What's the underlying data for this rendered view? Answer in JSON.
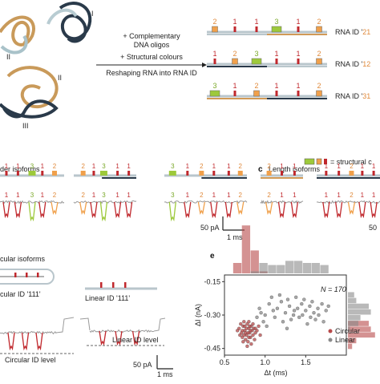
{
  "panel_a": {
    "roman_I": "I",
    "roman_II": "II",
    "roman_III": "III",
    "arrow_line1": "+ Complementary",
    "arrow_line2": "DNA oligos",
    "arrow_line3": "+ Structural colours",
    "arrow_line4": "Reshaping RNA into RNA ID",
    "id_rows": [
      {
        "digits": [
          "2",
          "1",
          "1",
          "3",
          "1",
          "2"
        ],
        "label_prefix": "RNA ID '",
        "label_id": "21",
        "label_suffix": ""
      },
      {
        "digits": [
          "1",
          "2",
          "3",
          "1",
          "1",
          "2"
        ],
        "label_prefix": "RNA ID '",
        "label_id": "12",
        "label_suffix": ""
      },
      {
        "digits": [
          "3",
          "1",
          "2",
          "1",
          "1",
          "2"
        ],
        "label_prefix": "RNA ID '",
        "label_id": "31",
        "label_suffix": ""
      }
    ],
    "legend_text": "= structural c",
    "legend_colors": {
      "green": "#9dc93b",
      "orange": "#f0a04b",
      "red": "#c0282d"
    }
  },
  "panel_b": {
    "title": "der isoforms",
    "scale_current": "50 pA",
    "scale_time": "1 ms"
  },
  "panel_c": {
    "letter": "c",
    "title": "Length isoforms",
    "scale_current": "50"
  },
  "panel_d": {
    "title": "cular isoforms",
    "circular_label": "cular ID '111'",
    "linear_label": "Linear ID '111'",
    "circular_level": "Circular ID level",
    "linear_level": "Linear ID level",
    "scale_current": "50 pA",
    "scale_time": "1 ms"
  },
  "panel_e": {
    "letter": "e",
    "n_label": "N = 170",
    "legend_circular": "Circular",
    "legend_linear": "Linear",
    "xlabel": "Δt (ms)",
    "ylabel": "ΔI (nA)",
    "colors": {
      "circular": "#b84a4a",
      "linear": "#8a8a8a"
    }
  },
  "chart_data": {
    "type": "scatter",
    "xlabel": "Δt (ms)",
    "ylabel": "ΔI (nA)",
    "xlim": [
      0.5,
      2.0
    ],
    "ylim": [
      -0.48,
      -0.12
    ],
    "xticks": [
      "0.5",
      "1.0",
      "1.5"
    ],
    "yticks": [
      "-0.15",
      "-0.30",
      "-0.45"
    ],
    "series": [
      {
        "name": "Circular",
        "points": [
          [
            0.68,
            -0.36
          ],
          [
            0.71,
            -0.38
          ],
          [
            0.73,
            -0.35
          ],
          [
            0.75,
            -0.37
          ],
          [
            0.77,
            -0.39
          ],
          [
            0.78,
            -0.34
          ],
          [
            0.8,
            -0.36
          ],
          [
            0.81,
            -0.38
          ],
          [
            0.83,
            -0.35
          ],
          [
            0.84,
            -0.37
          ],
          [
            0.86,
            -0.36
          ],
          [
            0.72,
            -0.4
          ],
          [
            0.76,
            -0.41
          ],
          [
            0.79,
            -0.42
          ],
          [
            0.82,
            -0.4
          ],
          [
            0.85,
            -0.39
          ],
          [
            0.74,
            -0.33
          ],
          [
            0.7,
            -0.34
          ],
          [
            0.88,
            -0.38
          ],
          [
            0.9,
            -0.37
          ],
          [
            0.77,
            -0.36
          ],
          [
            0.8,
            -0.33
          ],
          [
            0.69,
            -0.39
          ],
          [
            0.73,
            -0.42
          ],
          [
            0.87,
            -0.41
          ],
          [
            0.92,
            -0.35
          ],
          [
            0.78,
            -0.44
          ],
          [
            0.83,
            -0.43
          ],
          [
            0.75,
            -0.35
          ],
          [
            0.81,
            -0.35
          ],
          [
            0.66,
            -0.37
          ],
          [
            0.94,
            -0.39
          ],
          [
            0.85,
            -0.34
          ],
          [
            0.79,
            -0.38
          ],
          [
            0.72,
            -0.37
          ],
          [
            0.88,
            -0.36
          ],
          [
            0.76,
            -0.38
          ],
          [
            0.82,
            -0.37
          ],
          [
            0.74,
            -0.39
          ],
          [
            0.8,
            -0.4
          ]
        ]
      },
      {
        "name": "Linear",
        "points": [
          [
            1.05,
            -0.25
          ],
          [
            1.1,
            -0.28
          ],
          [
            1.15,
            -0.27
          ],
          [
            1.2,
            -0.24
          ],
          [
            1.25,
            -0.29
          ],
          [
            1.3,
            -0.26
          ],
          [
            1.35,
            -0.3
          ],
          [
            1.4,
            -0.27
          ],
          [
            1.45,
            -0.25
          ],
          [
            1.5,
            -0.28
          ],
          [
            1.55,
            -0.26
          ],
          [
            1.6,
            -0.29
          ],
          [
            1.65,
            -0.27
          ],
          [
            1.7,
            -0.25
          ],
          [
            1.12,
            -0.31
          ],
          [
            1.22,
            -0.33
          ],
          [
            1.32,
            -0.32
          ],
          [
            1.42,
            -0.31
          ],
          [
            1.52,
            -0.34
          ],
          [
            1.62,
            -0.32
          ],
          [
            0.95,
            -0.29
          ],
          [
            0.98,
            -0.33
          ],
          [
            1.02,
            -0.35
          ],
          [
            1.08,
            -0.22
          ],
          [
            1.18,
            -0.21
          ],
          [
            1.28,
            -0.23
          ],
          [
            1.38,
            -0.22
          ],
          [
            1.48,
            -0.23
          ],
          [
            1.58,
            -0.24
          ],
          [
            1.75,
            -0.28
          ],
          [
            1.78,
            -0.26
          ],
          [
            0.9,
            -0.31
          ],
          [
            0.93,
            -0.27
          ],
          [
            1.0,
            -0.3
          ],
          [
            1.27,
            -0.36
          ],
          [
            1.36,
            -0.28
          ],
          [
            1.46,
            -0.3
          ],
          [
            1.56,
            -0.31
          ],
          [
            1.66,
            -0.3
          ],
          [
            1.72,
            -0.33
          ]
        ]
      }
    ]
  }
}
